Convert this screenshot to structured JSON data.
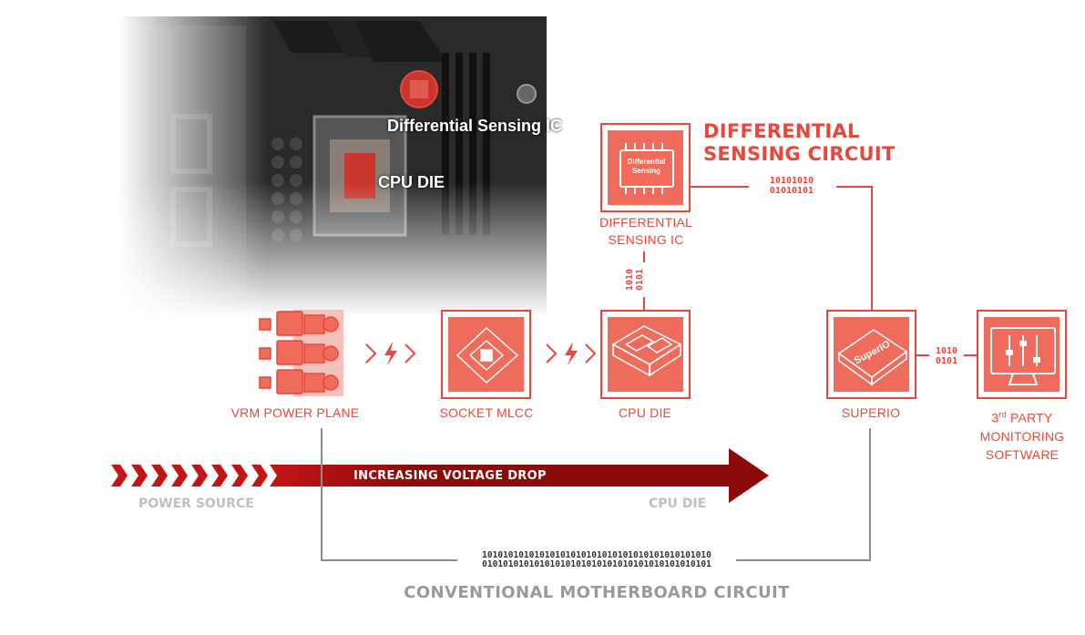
{
  "photo": {
    "callout_ic": "Differential Sensing IC",
    "callout_die": "CPU DIE"
  },
  "circuit": {
    "title_line1": "DIFFERENTIAL",
    "title_line2": "SENSING CIRCUIT",
    "binary_top_1": "10101010",
    "binary_top_2": "01010101"
  },
  "nodes": {
    "diff_ic": {
      "label_line1": "DIFFERENTIAL",
      "label_line2": "SENSING IC",
      "chip_text_1": "Differential",
      "chip_text_2": "Sensing"
    },
    "vrm": {
      "label": "VRM POWER PLANE"
    },
    "mlcc": {
      "label": "SOCKET MLCC"
    },
    "cpu": {
      "label": "CPU DIE"
    },
    "superio": {
      "label": "SUPERIO",
      "chip_text": "SuperIO"
    },
    "software": {
      "label_line1_main": "3",
      "label_line1_sup": "rd",
      "label_line1_rest": " PARTY",
      "label_line2": "MONITORING",
      "label_line3": "SOFTWARE"
    }
  },
  "binary_vertical": {
    "line1": "1010",
    "line2": "0101"
  },
  "binary_right": {
    "line1": "1010",
    "line2": "0101"
  },
  "arrow": {
    "label": "INCREASING VOLTAGE DROP",
    "start_label": "POWER SOURCE",
    "end_label": "CPU DIE"
  },
  "conventional": {
    "binary_1": "10101010101010101010101010101010101010101010",
    "binary_2": "01010101010101010101010101010101010101010101",
    "label": "CONVENTIONAL MOTHERBOARD CIRCUIT"
  },
  "colors": {
    "accent": "#e8473a",
    "fill": "#ef6c5c",
    "arrow": "#8b0a0a",
    "gray": "#8c8c8c"
  }
}
